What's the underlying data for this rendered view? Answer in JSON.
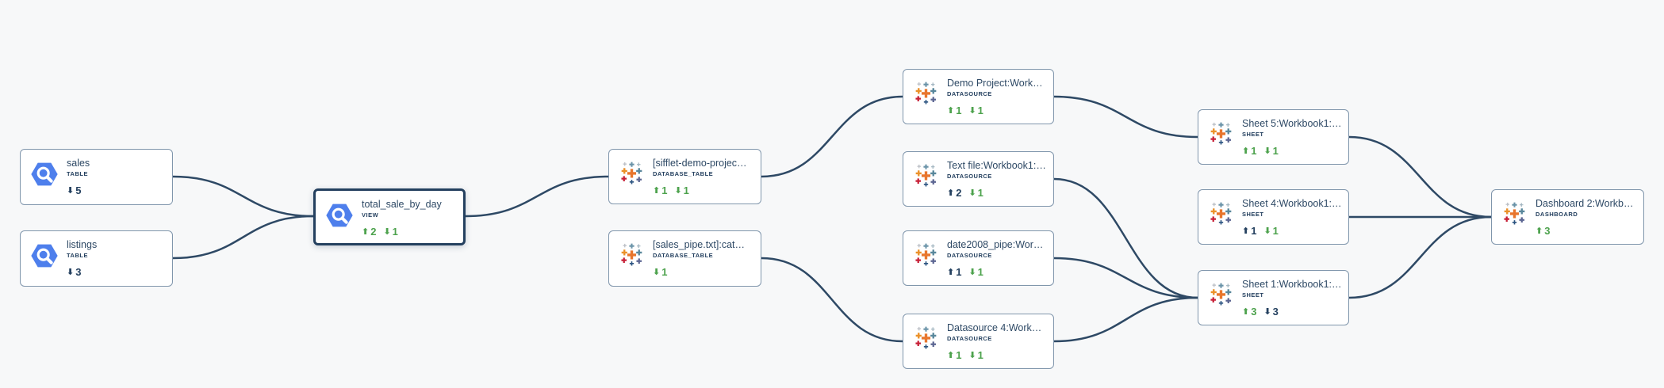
{
  "app": "data-lineage-graph",
  "selected_node": "total_sale_by_day",
  "colors": {
    "background": "#f7f8f9",
    "edge_navy": "#2e4965",
    "node_border": "#8096ac",
    "selected_border": "#24405f",
    "title_navy": "#2e4965",
    "metric_green": "#4da24d",
    "metric_navy": "#24405f",
    "bigquery_blue": "#4e7fec"
  },
  "glyphs": {
    "up_arrow": "⬆",
    "down_arrow": "⬇"
  },
  "nodes": {
    "sales": {
      "title": "sales",
      "type": "TABLE",
      "down": "5"
    },
    "listings": {
      "title": "listings",
      "type": "TABLE",
      "down": "3"
    },
    "total_sale_by_day": {
      "title": "total_sale_by_day",
      "type": "VIEW",
      "up": "2",
      "down": "1"
    },
    "sifflet_demo": {
      "title": "[sifflet-demo-projec…",
      "type": "DATABASE_TABLE",
      "up": "1",
      "down": "1"
    },
    "sales_pipe": {
      "title": "[sales_pipe.txt]:cat…",
      "type": "DATABASE_TABLE",
      "down": "1"
    },
    "demo_project": {
      "title": "Demo Project:Workboo…",
      "type": "DATASOURCE",
      "up": "1",
      "down": "1"
    },
    "text_file": {
      "title": "Text file:Workbook1:…",
      "type": "DATASOURCE",
      "up": "2",
      "down": "1"
    },
    "date2008_pipe": {
      "title": "date2008_pipe:Workbo…",
      "type": "DATASOURCE",
      "up": "1",
      "down": "1"
    },
    "datasource_4": {
      "title": "Datasource 4:Workboo…",
      "type": "DATASOURCE",
      "up": "1",
      "down": "1"
    },
    "sheet_5": {
      "title": "Sheet 5:Workbook1:de…",
      "type": "SHEET",
      "up": "1",
      "down": "1"
    },
    "sheet_4": {
      "title": "Sheet 4:Workbook1:de…",
      "type": "SHEET",
      "up": "1",
      "down": "1"
    },
    "sheet_1": {
      "title": "Sheet 1:Workbook1:de…",
      "type": "SHEET",
      "up": "3",
      "down": "3"
    },
    "dashboard_2": {
      "title": "Dashboard 2:Workbook…",
      "type": "DASHBOARD",
      "up": "3"
    }
  },
  "edges": [
    {
      "from": "sales",
      "to": "total_sale_by_day"
    },
    {
      "from": "listings",
      "to": "total_sale_by_day"
    },
    {
      "from": "total_sale_by_day",
      "to": "sifflet_demo"
    },
    {
      "from": "sifflet_demo",
      "to": "demo_project"
    },
    {
      "from": "sales_pipe",
      "to": "datasource_4"
    },
    {
      "from": "demo_project",
      "to": "sheet_5"
    },
    {
      "from": "text_file",
      "to": "sheet_1"
    },
    {
      "from": "date2008_pipe",
      "to": "sheet_1"
    },
    {
      "from": "datasource_4",
      "to": "sheet_1"
    },
    {
      "from": "sheet_5",
      "to": "dashboard_2"
    },
    {
      "from": "sheet_4",
      "to": "dashboard_2"
    },
    {
      "from": "sheet_1",
      "to": "dashboard_2"
    }
  ]
}
